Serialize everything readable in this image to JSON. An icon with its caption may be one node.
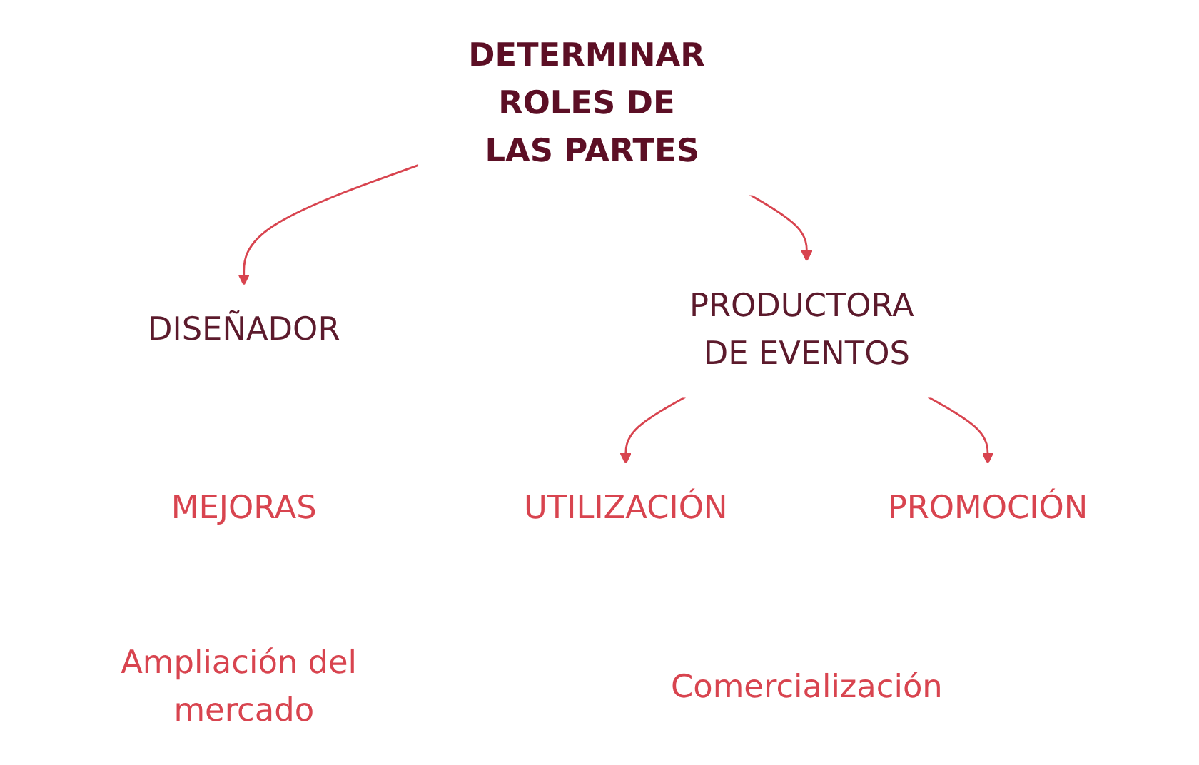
{
  "diagram": {
    "nodes": [
      {
        "text": [
          "DETERMINAR ROLES DE LAS PARTES"
        ]
      },
      {
        "text": [
          "DISEÑADOR"
        ]
      },
      {
        "text": [
          "PRODUCTORA DE EVENTOS"
        ]
      },
      {
        "text": [
          "MEJORAS"
        ]
      },
      {
        "text": [
          "Ampliación del mercado"
        ]
      },
      {
        "text": [
          "UTILIZACIÓN"
        ]
      },
      {
        "text": [
          "PROMOCIÓN"
        ]
      },
      {
        "text": [
          "Comercialización"
        ]
      }
    ],
    "edges": [
      {
        "from": 0,
        "to": 1,
        "arrow": "to"
      },
      {
        "from": 0,
        "to": 2,
        "arrow": "to"
      },
      {
        "from": 2,
        "to": 5,
        "arrow": "to"
      },
      {
        "from": 2,
        "to": 6,
        "arrow": "to"
      }
    ]
  }
}
